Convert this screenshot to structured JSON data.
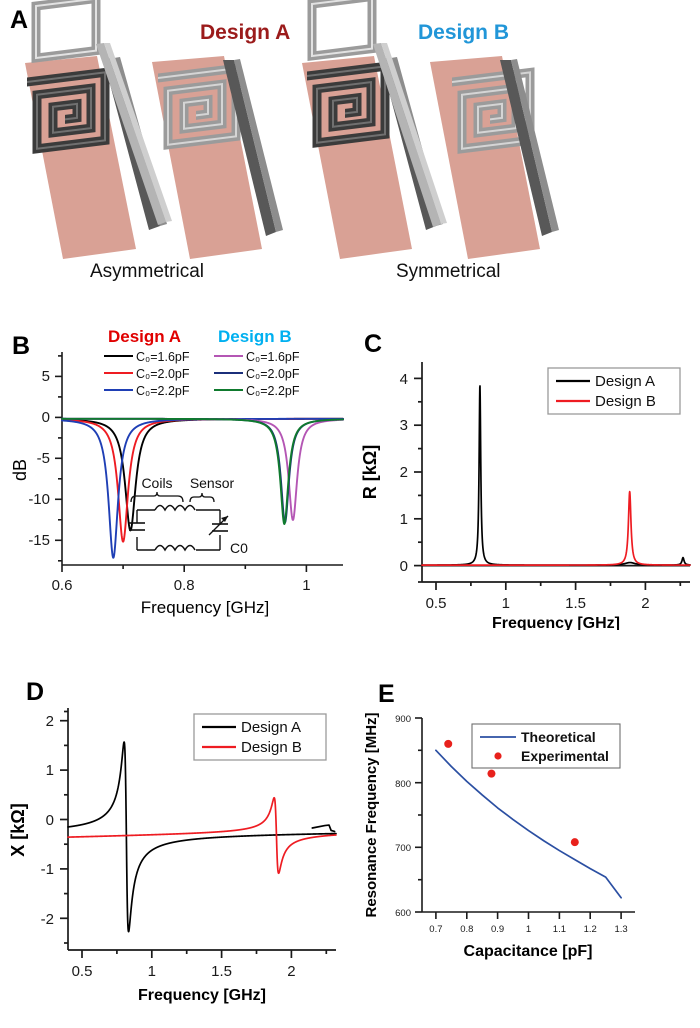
{
  "figure": {
    "panels": [
      "A",
      "B",
      "C",
      "D",
      "E"
    ]
  },
  "panelA": {
    "label": "A",
    "design_a_title": "Design A",
    "design_b_title": "Design B",
    "design_a_color": "#9b1b1b",
    "design_b_color": "#2196d8",
    "caption_left": "Asymmetrical",
    "caption_right": "Symmetrical",
    "substrate_color": "#d9a195",
    "coil_dark_color": "#404040",
    "coil_light_color": "#9a9a9a"
  },
  "panelB": {
    "label": "B",
    "design_a_title": "Design A",
    "design_b_title": "Design B",
    "design_a_color": "#e00000",
    "design_b_color": "#00b0f0",
    "legend_a": [
      {
        "label": "C₀=1.6pF",
        "color": "#000000"
      },
      {
        "label": "C₀=2.0pF",
        "color": "#ee1c22"
      },
      {
        "label": "C₀=2.2pF",
        "color": "#1f3fb5"
      }
    ],
    "legend_b": [
      {
        "label": "C₀=1.6pF",
        "color": "#b456b4"
      },
      {
        "label": "C₀=2.0pF",
        "color": "#1b2f7a"
      },
      {
        "label": "C₀=2.2pF",
        "color": "#0f7a2e"
      }
    ],
    "inset": {
      "coils_label": "Coils",
      "sensor_label": "Sensor",
      "c0_label": "C0"
    },
    "chart_data": {
      "type": "line",
      "title": "",
      "xlabel": "Frequency [GHz]",
      "ylabel": "dB",
      "xlim": [
        0.6,
        1.06
      ],
      "ylim": [
        -18.5,
        8
      ],
      "xticks": [
        0.6,
        0.8,
        1.0
      ],
      "yticks": [
        5,
        0,
        -5,
        -10,
        -15
      ],
      "grid": false,
      "legend_position": "top",
      "series": [
        {
          "name": "Design A C₀=1.6pF",
          "color": "#000000",
          "resonance_ghz": 0.712,
          "depth_db": -13.9,
          "width_ghz": 0.021
        },
        {
          "name": "Design A C₀=2.0pF",
          "color": "#ee1c22",
          "resonance_ghz": 0.7,
          "depth_db": -15.3,
          "width_ghz": 0.02
        },
        {
          "name": "Design A C₀=2.2pF",
          "color": "#1f3fb5",
          "resonance_ghz": 0.684,
          "depth_db": -17.3,
          "width_ghz": 0.019
        },
        {
          "name": "Design B C₀=1.6pF",
          "color": "#b456b4",
          "resonance_ghz": 0.978,
          "depth_db": -12.6,
          "width_ghz": 0.017
        },
        {
          "name": "Design B C₀=2.0pF",
          "color": "#1b2f7a",
          "resonance_ghz": 0.965,
          "depth_db": -12.9,
          "width_ghz": 0.016
        },
        {
          "name": "Design B C₀=2.2pF",
          "color": "#0f7a2e",
          "resonance_ghz": 0.964,
          "depth_db": -13.1,
          "width_ghz": 0.016
        }
      ]
    }
  },
  "panelC": {
    "label": "C",
    "legend": [
      {
        "label": "Design A",
        "color": "#000000"
      },
      {
        "label": "Design B",
        "color": "#ee1c22"
      }
    ],
    "chart_data": {
      "type": "line",
      "title": "",
      "xlabel": "Frequency [GHz]",
      "ylabel": "R [kΩ]",
      "xlim": [
        0.4,
        2.32
      ],
      "ylim": [
        -0.35,
        4.35
      ],
      "xticks": [
        0.5,
        1.0,
        1.5,
        2.0
      ],
      "yticks": [
        0,
        1,
        2,
        3,
        4
      ],
      "grid": false,
      "legend_position": "top-right",
      "series": [
        {
          "name": "Design A",
          "color": "#000000",
          "peaks": [
            {
              "f_ghz": 0.815,
              "r_kohm": 3.85,
              "width_ghz": 0.014
            },
            {
              "f_ghz": 1.89,
              "r_kohm": 0.055,
              "width_ghz": 0.09
            },
            {
              "f_ghz": 2.27,
              "r_kohm": 0.16,
              "width_ghz": 0.018
            }
          ],
          "baseline_kohm": 0.01
        },
        {
          "name": "Design B",
          "color": "#ee1c22",
          "peaks": [
            {
              "f_ghz": 1.888,
              "r_kohm": 1.57,
              "width_ghz": 0.022
            }
          ],
          "baseline_kohm": 0.01
        }
      ]
    }
  },
  "panelD": {
    "label": "D",
    "legend": [
      {
        "label": "Design A",
        "color": "#000000"
      },
      {
        "label": "Design B",
        "color": "#ee1c22"
      }
    ],
    "chart_data": {
      "type": "line",
      "title": "",
      "xlabel": "Frequency [GHz]",
      "ylabel": "X [kΩ]",
      "xlim": [
        0.4,
        2.32
      ],
      "ylim": [
        -2.45,
        2.45
      ],
      "xticks": [
        0.5,
        1.0,
        1.5,
        2.0
      ],
      "yticks": [
        2,
        1,
        0,
        -1,
        -2
      ],
      "grid": false,
      "legend_position": "top-right",
      "series": [
        {
          "name": "Design A",
          "color": "#000000",
          "resonance_ghz": 0.818,
          "peak_up_kohm": 1.85,
          "peak_dn_kohm": -1.99,
          "start_kohm": -0.1,
          "end_kohm": -0.05
        },
        {
          "name": "Design B",
          "color": "#ee1c22",
          "resonance_ghz": 1.893,
          "peak_up_kohm": 0.72,
          "peak_dn_kohm": -0.81,
          "start_kohm": -0.18,
          "end_kohm": -0.06
        }
      ]
    }
  },
  "panelE": {
    "label": "E",
    "legend": [
      {
        "label": "Theoretical",
        "color": "#2b4fa2",
        "marker": "line"
      },
      {
        "label": "Experimental",
        "color": "#e8211c",
        "marker": "dot"
      }
    ],
    "chart_data": {
      "type": "scatter",
      "title": "",
      "xlabel": "Capacitance [pF]",
      "ylabel": "Resonance Frequency [MHz]",
      "xlim": [
        0.655,
        1.345
      ],
      "ylim": [
        600,
        900
      ],
      "xticks": [
        0.7,
        0.8,
        0.9,
        1.0,
        1.1,
        1.2,
        1.3
      ],
      "yticks": [
        600,
        700,
        800,
        900
      ],
      "yticks_minor": [
        650,
        750,
        850
      ],
      "grid": false,
      "legend_position": "top-center",
      "series": [
        {
          "name": "Theoretical",
          "color": "#2b4fa2",
          "type": "line",
          "x": [
            0.7,
            0.75,
            0.8,
            0.85,
            0.9,
            0.95,
            1.0,
            1.05,
            1.1,
            1.15,
            1.2,
            1.25,
            1.3
          ],
          "y": [
            850,
            825,
            802,
            781,
            761,
            743,
            726,
            710,
            695,
            681,
            667,
            654,
            622
          ]
        },
        {
          "name": "Experimental",
          "color": "#e8211c",
          "type": "scatter",
          "x": [
            0.74,
            0.88,
            1.15
          ],
          "y": [
            860,
            814,
            708
          ]
        }
      ]
    }
  }
}
